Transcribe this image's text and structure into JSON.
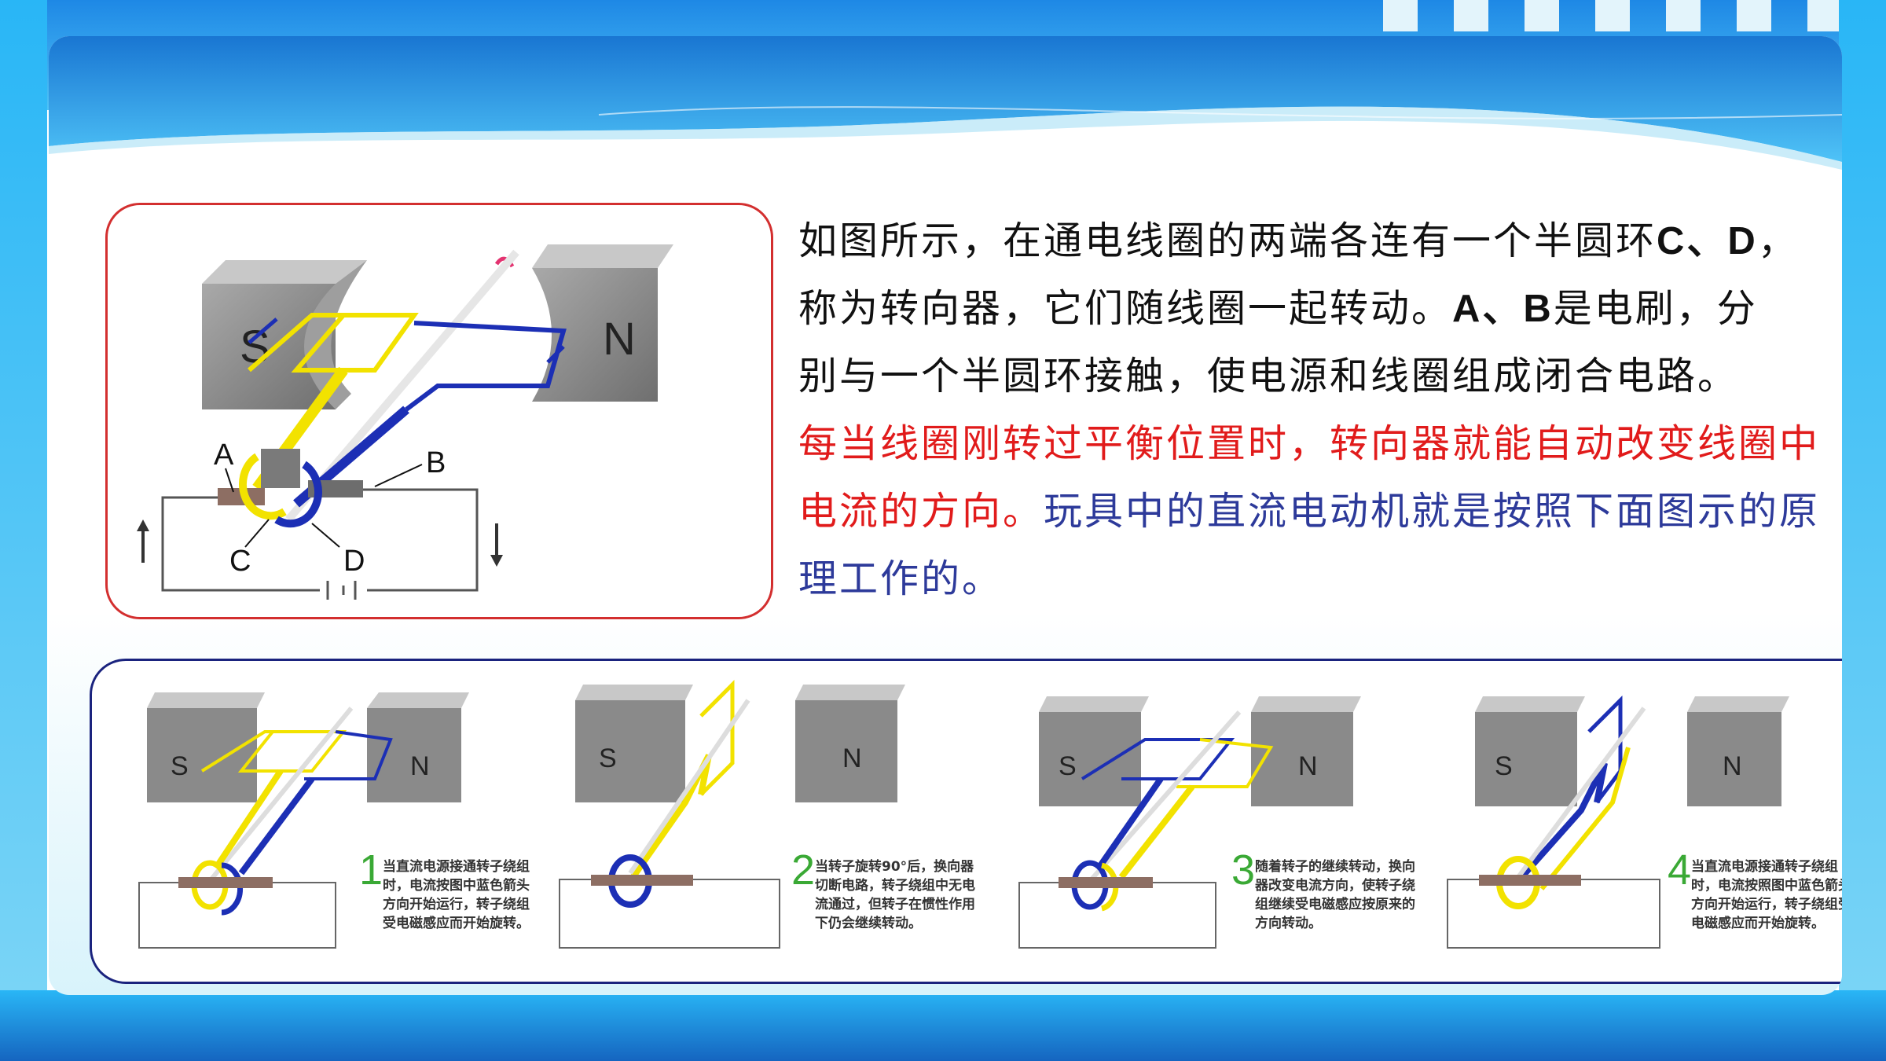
{
  "main_figure": {
    "labels": {
      "a": "A",
      "b": "B",
      "c": "C",
      "d": "D",
      "s": "S",
      "n": "N"
    }
  },
  "paragraph": {
    "line1_a": "如图所示，在通电线圈的两端各连有一个半圆环",
    "line1_cd": "C、D",
    "line1_end": "，",
    "line2_a": "称为转向器，它们随线圈一起转动。",
    "line2_ab": "A、B",
    "line2_b": "是电刷，分",
    "line3": "别与一个半圆环接触，使电源和线圈组成闭合电路。",
    "red_text": "每当线圈刚转过平衡位置时，转向器就能自动改变线圈中电流的方向。",
    "blue_text": "玩具中的直流电动机就是按照下面图示的原理工作的。"
  },
  "steps": [
    {
      "num": "1",
      "s": "S",
      "n": "N",
      "text": "当直流电源接通转子绕组时，电流按图中蓝色箭头方向开始运行，转子绕组受电磁感应而开始旋转。"
    },
    {
      "num": "2",
      "s": "S",
      "n": "N",
      "text": "当转子旋转90°后，换向器切断电路，转子绕组中无电流通过，但转子在惯性作用下仍会继续转动。"
    },
    {
      "num": "3",
      "s": "S",
      "n": "N",
      "text": "随着转子的继续转动，换向器改变电流方向，使转子绕组继续受电磁感应按原来的方向转动。"
    },
    {
      "num": "4",
      "s": "S",
      "n": "N",
      "text": "当直流电源接通转子绕组时，电流按照图中蓝色箭头方向开始运行，转子绕组受电磁感应而开始旋转。"
    }
  ],
  "colors": {
    "accent": "#1e88e5",
    "red": "#e11b1b",
    "blue": "#2d3a9a",
    "green": "#3aa935",
    "yellow": "#f2e200",
    "coil_blue": "#1c2fb5"
  }
}
